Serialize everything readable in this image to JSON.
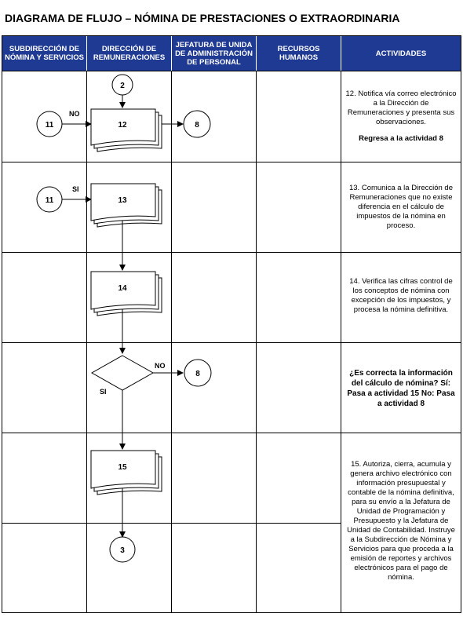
{
  "title": "DIAGRAMA DE FLUJO – NÓMINA DE PRESTACIONES O EXTRAORDINARIA",
  "columns": [
    "SUBDIRECCIÓN DE NÓMINA Y SERVICIOS",
    "DIRECCIÓN DE REMUNERACIONES",
    "JEFATURA DE UNIDA DE ADMINISTRACIÓN DE PERSONAL",
    "RECURSOS HUMANOS",
    "ACTIVIDADES"
  ],
  "activities": {
    "a12": "12. Notifica vía correo electrónico a la Dirección de Remuneraciones y presenta sus observaciones.",
    "a12_regresa": "Regresa a la actividad 8",
    "a13": "13. Comunica a la Dirección de Remuneraciones que no existe diferencia en el cálculo de impuestos de la nómina en proceso.",
    "a14": "14. Verifica las cifras control de los conceptos de nómina con excepción de los impuestos, y procesa la nómina definitiva.",
    "decision": "¿Es correcta la información del cálculo de nómina? Sí: Pasa a actividad 15 No: Pasa a actividad 8",
    "a15": "15. Autoriza, cierra, acumula y genera archivo electrónico con información presupuestal y contable de la nómina definitiva, para su envío a la Jefatura de Unidad de Programación y Presupuesto y la Jefatura de Unidad de Contabilidad. Instruye a la Subdirección de Nómina y Servicios para que proceda a la emisión de reportes y archivos electrónicos para el pago de nómina."
  },
  "diagram": {
    "connector_2": "2",
    "connector_11_no": "11",
    "label_no_1": "NO",
    "box_12": "12",
    "connector_8_top": "8",
    "connector_11_si": "11",
    "label_si_1": "SI",
    "box_13": "13",
    "box_14": "14",
    "label_no_2": "NO",
    "connector_8_mid": "8",
    "label_si_2": "SI",
    "box_15": "15",
    "connector_3": "3"
  },
  "colors": {
    "header_bg": "#1f3a93",
    "header_text": "#ffffff",
    "line": "#000000"
  }
}
